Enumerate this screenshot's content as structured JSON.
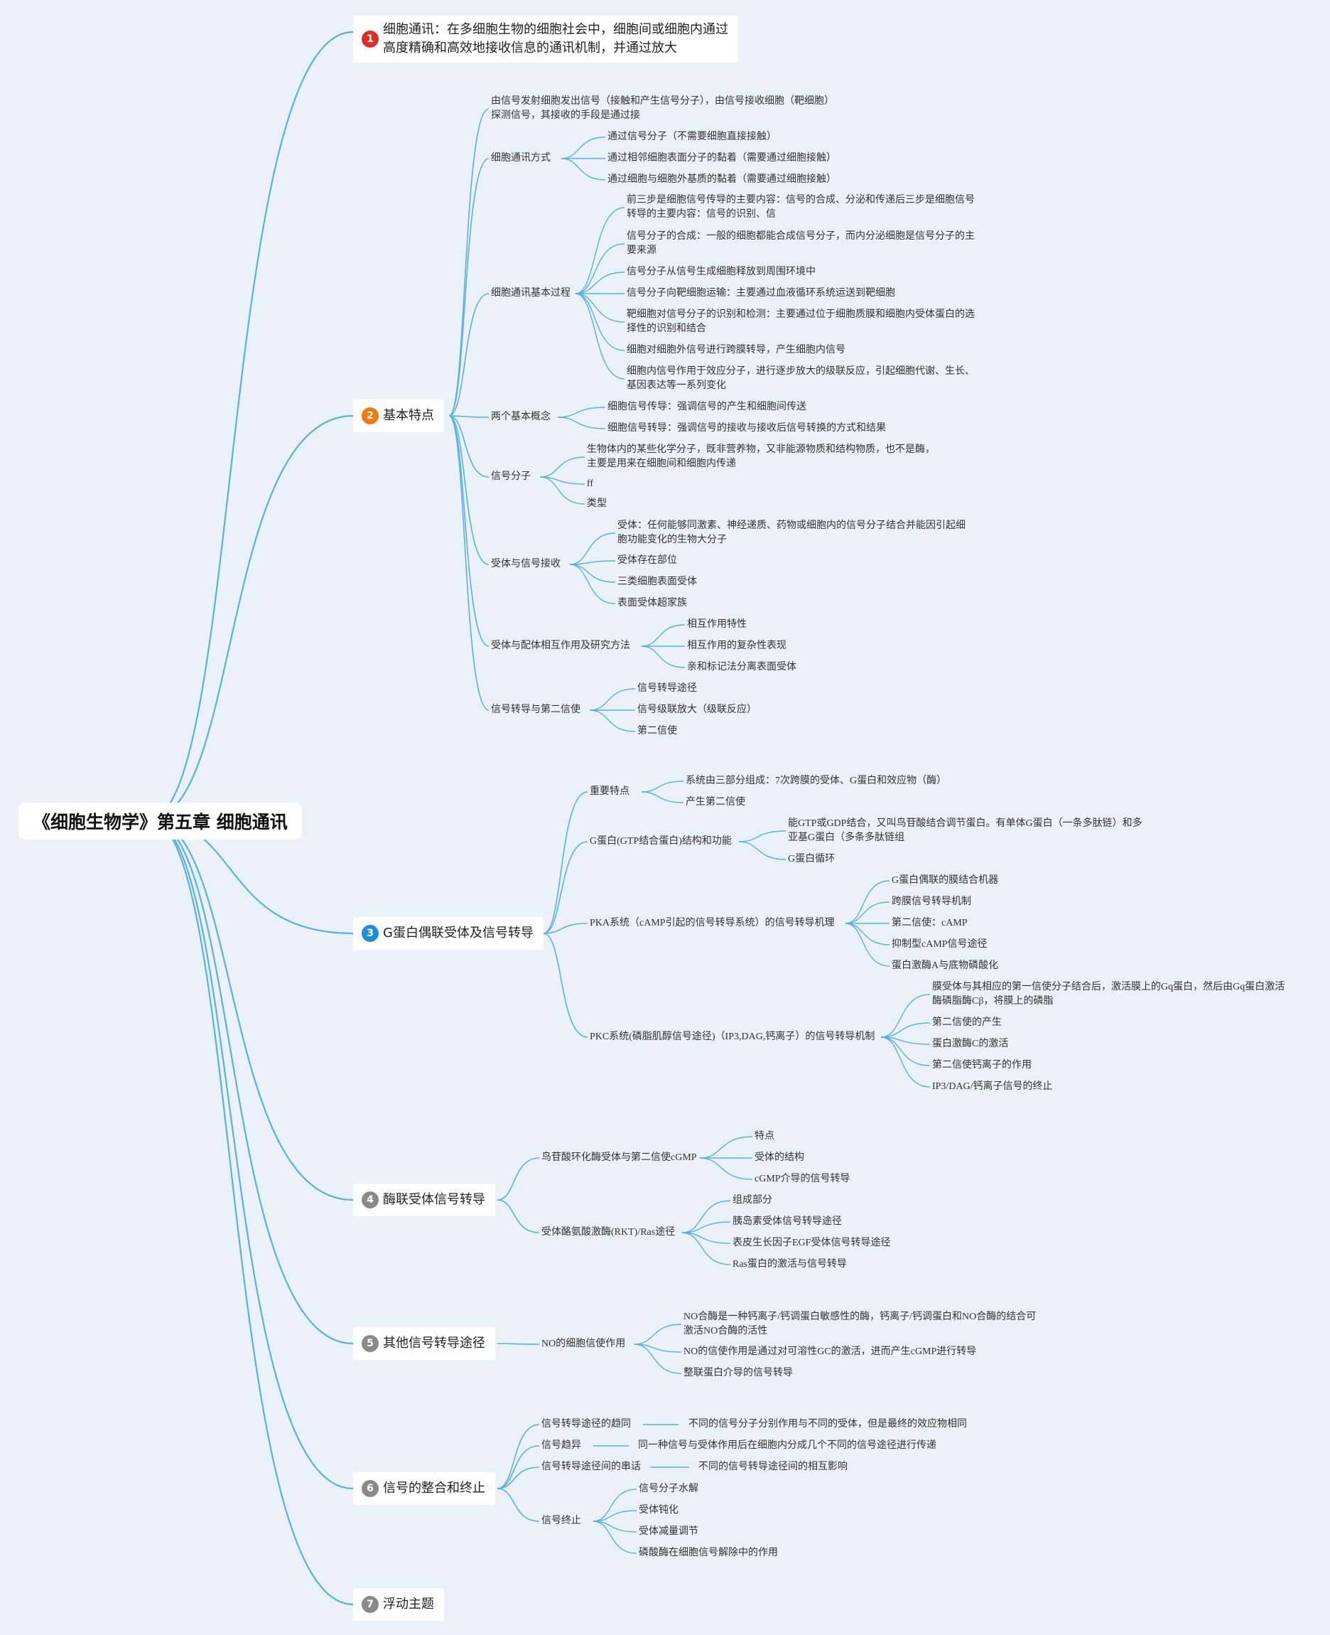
{
  "root": "《细胞生物学》第五章 细胞通讯",
  "topics": [
    {
      "num": "1",
      "color": "#e02e24",
      "label": "细胞通讯：在多细胞生物的细胞社会中，细胞间或细胞内通过高度精确和高效地接收信息的通讯机制，并通过放大",
      "line1": "细胞通讯：在多细胞生物的细胞社会中，细胞间或细胞内通过",
      "line2": "高度精确和高效地接收信息的通讯机制，并通过放大"
    },
    {
      "num": "2",
      "color": "#f07a10",
      "label": "基本特点"
    },
    {
      "num": "3",
      "color": "#1c8fd6",
      "label": "G蛋白偶联受体及信号转导"
    },
    {
      "num": "4",
      "color": "#8a8a8a",
      "label": "酶联受体信号转导"
    },
    {
      "num": "5",
      "color": "#8a8a8a",
      "label": "其他信号转导途径"
    },
    {
      "num": "6",
      "color": "#8a8a8a",
      "label": "信号的整合和终止"
    },
    {
      "num": "7",
      "color": "#8a8a8a",
      "label": "浮动主题"
    }
  ],
  "nodes": {
    "t2_s1": "由信号发射细胞发出信号（接触和产生信号分子），由信号接收细胞（靶细胞）探测信号，其接收的手段是通过接",
    "t2_s1_l1": "由信号发射细胞发出信号（接触和产生信号分子），由信号接收细胞（靶细胞）",
    "t2_s1_l2": "探测信号，其接收的手段是通过接",
    "t2_s2": "细胞通讯方式",
    "t2_s2_c1": "通过信号分子（不需要细胞直接接触）",
    "t2_s2_c2": "通过相邻细胞表面分子的黏着（需要通过细胞接触）",
    "t2_s2_c3": "通过细胞与细胞外基质的黏着（需要通过细胞接触）",
    "t2_s3": "细胞通讯基本过程",
    "t2_s3_c1_l1": "前三步是细胞信号传导的主要内容：信号的合成、分泌和传递后三步是细胞信号",
    "t2_s3_c1_l2": "转导的主要内容：信号的识别、信",
    "t2_s3_c2_l1": "信号分子的合成：一般的细胞都能合成信号分子，而内分泌细胞是信号分子的主",
    "t2_s3_c2_l2": "要来源",
    "t2_s3_c3": "信号分子从信号生成细胞释放到周围环境中",
    "t2_s3_c4": "信号分子向靶细胞运输：主要通过血液循环系统运送到靶细胞",
    "t2_s3_c5_l1": "靶细胞对信号分子的识别和检测：主要通过位于细胞质膜和细胞内受体蛋白的选",
    "t2_s3_c5_l2": "择性的识别和结合",
    "t2_s3_c6": "细胞对细胞外信号进行跨膜转导，产生细胞内信号",
    "t2_s3_c7_l1": "细胞内信号作用于效应分子，进行逐步放大的级联反应，引起细胞代谢、生长、",
    "t2_s3_c7_l2": "基因表达等一系列变化",
    "t2_s4": "两个基本概念",
    "t2_s4_c1": "细胞信号传导：强调信号的产生和细胞间传送",
    "t2_s4_c2": "细胞信号转导：强调信号的接收与接收后信号转换的方式和结果",
    "t2_s5": "信号分子",
    "t2_s5_c1_l1": "生物体内的某些化学分子，既非营养物，又非能源物质和结构物质，也不是酶，",
    "t2_s5_c1_l2": "主要是用来在细胞间和细胞内传递",
    "t2_s5_c2": "ff",
    "t2_s5_c3": "类型",
    "t2_s6": "受体与信号接收",
    "t2_s6_c1_l1": "受体：任何能够同激素、神经递质、药物或细胞内的信号分子结合并能因引起细",
    "t2_s6_c1_l2": "胞功能变化的生物大分子",
    "t2_s6_c2": "受体存在部位",
    "t2_s6_c3": "三类细胞表面受体",
    "t2_s6_c4": "表面受体超家族",
    "t2_s7": "受体与配体相互作用及研究方法",
    "t2_s7_c1": "相互作用特性",
    "t2_s7_c2": "相互作用的复杂性表现",
    "t2_s7_c3": "亲和标记法分离表面受体",
    "t2_s8": "信号转导与第二信使",
    "t2_s8_c1": "信号转导途径",
    "t2_s8_c2": "信号级联放大（级联反应）",
    "t2_s8_c3": "第二信使",
    "t3_s1": "重要特点",
    "t3_s1_c1": "系统由三部分组成：7次跨膜的受体、G蛋白和效应物（酶）",
    "t3_s1_c2": "产生第二信使",
    "t3_s2": "G蛋白(GTP结合蛋白)结构和功能",
    "t3_s2_c1_l1": "能GTP或GDP结合，又叫鸟苷酸结合调节蛋白。有单体G蛋白（一条多肽链）和多",
    "t3_s2_c1_l2": "亚基G蛋白（多条多肽链组",
    "t3_s2_c2": "G蛋白循环",
    "t3_s3": "PKA系统（cAMP引起的信号转导系统）的信号转导机理",
    "t3_s3_c1": "G蛋白偶联的膜结合机器",
    "t3_s3_c2": "跨膜信号转导机制",
    "t3_s3_c3": "第二信使：cAMP",
    "t3_s3_c4": "抑制型cAMP信号途径",
    "t3_s3_c5": "蛋白激酶A与底物磷酸化",
    "t3_s4": "PKC系统(磷脂肌醇信号途径)（IP3,DAG,钙离子）的信号转导机制",
    "t3_s4_c1_l1": "膜受体与其相应的第一信使分子结合后，激活膜上的Gq蛋白，然后由Gq蛋白激活",
    "t3_s4_c1_l2": "酶磷脂酶Cβ，将膜上的磷脂",
    "t3_s4_c2": "第二信使的产生",
    "t3_s4_c3": "蛋白激酶C的激活",
    "t3_s4_c4": "第二信使钙离子的作用",
    "t3_s4_c5": "IP3/DAG/钙离子信号的终止",
    "t4_s1": "鸟苷酸环化酶受体与第二信使cGMP",
    "t4_s1_c1": "特点",
    "t4_s1_c2": "受体的结构",
    "t4_s1_c3": "cGMP介导的信号转导",
    "t4_s2": "受体酪氨酸激酶(RKT)/Ras途径",
    "t4_s2_c1": "组成部分",
    "t4_s2_c2": "胰岛素受体信号转导途径",
    "t4_s2_c3": "表皮生长因子EGF受体信号转导途径",
    "t4_s2_c4": "Ras蛋白的激活与信号转导",
    "t5_s1": "NO的细胞信使作用",
    "t5_s1_c1_l1": "NO合酶是一种钙离子/钙调蛋白敏感性的酶，钙离子/钙调蛋白和NO合酶的结合可",
    "t5_s1_c1_l2": "激活NO合酶的活性",
    "t5_s1_c2": "NO的信使作用是通过对可溶性GC的激活，进而产生cGMP进行转导",
    "t5_s1_c3": "整联蛋白介导的信号转导",
    "t6_s1": "信号转导途径的趋同",
    "t6_s1_c1": "不同的信号分子分别作用与不同的受体，但是最终的效应物相同",
    "t6_s2": "信号趋异",
    "t6_s2_c1": "同一种信号与受体作用后在细胞内分成几个不同的信号途径进行传递",
    "t6_s3": "信号转导途径间的串话",
    "t6_s3_c1": "不同的信号转导途径间的相互影响",
    "t6_s4": "信号终止",
    "t6_s4_c1": "信号分子水解",
    "t6_s4_c2": "受体钝化",
    "t6_s4_c3": "受体减量调节",
    "t6_s4_c4": "磷酸酶在细胞信号解除中的作用"
  }
}
